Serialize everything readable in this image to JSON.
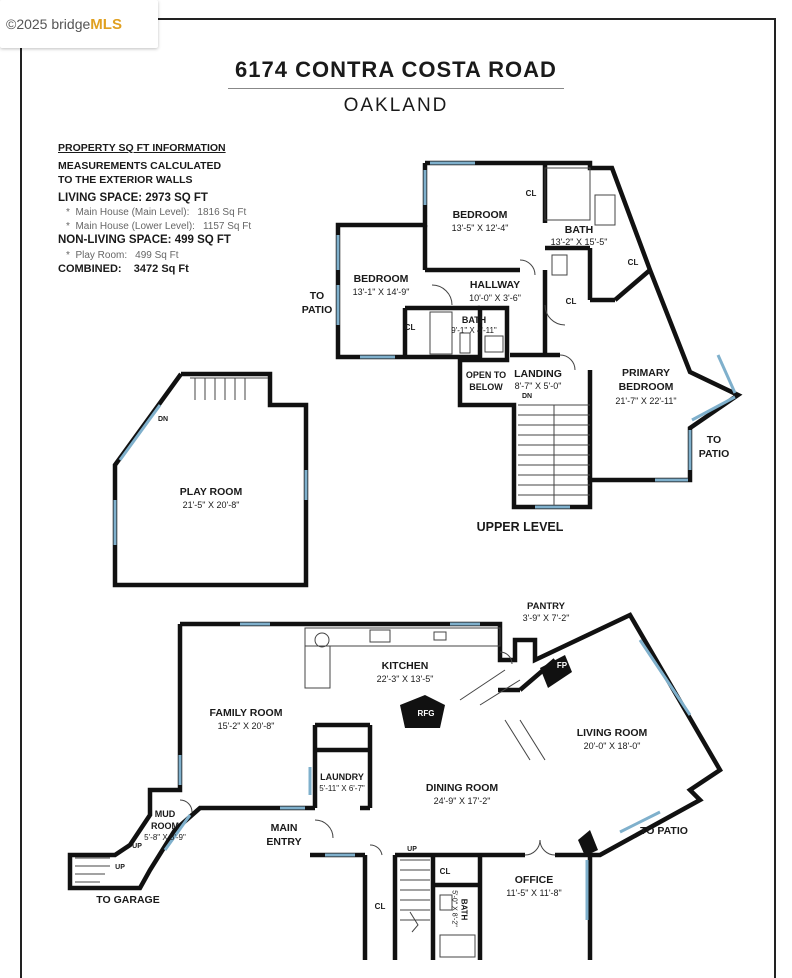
{
  "watermark": {
    "prefix": "©2025 bridge",
    "mls": "MLS"
  },
  "title": "6174 CONTRA COSTA ROAD",
  "subtitle": "OAKLAND",
  "info": {
    "heading": "PROPERTY SQ FT INFORMATION",
    "note_line1": "MEASUREMENTS CALCULATED",
    "note_line2": "TO THE EXTERIOR WALLS",
    "living": "LIVING SPACE: 2973 SQ FT",
    "main_level_label": "Main House (Main Level):",
    "main_level_value": "1816 Sq Ft",
    "lower_level_label": "Main House (Lower Level):",
    "lower_level_value": "1157 Sq Ft",
    "non_living": "NON-LIVING SPACE: 499 SQ FT",
    "play_label": "Play Room:",
    "play_value": "499 Sq Ft",
    "combined_label": "COMBINED:",
    "combined_value": "3472  Sq Ft"
  },
  "rooms": {
    "bedroom1": {
      "name": "BEDROOM",
      "dim": "13'-5\" X 12'-4\""
    },
    "bath1": {
      "name": "BATH",
      "dim": "13'-2\" X 15'-5\""
    },
    "bedroom2": {
      "name": "BEDROOM",
      "dim": "13'-1\" X 14'-9\""
    },
    "hallway": {
      "name": "HALLWAY",
      "dim": "10'-0\" X 3'-6\""
    },
    "bath2": {
      "name": "BATH",
      "dim": "9'-1\" X 4'-11\""
    },
    "landing": {
      "name": "LANDING",
      "dim": "8'-7\" X 5'-0\""
    },
    "primary": {
      "name1": "PRIMARY",
      "name2": "BEDROOM",
      "dim": "21'-7\" X 22'-11\""
    },
    "open_below1": "OPEN TO",
    "open_below2": "BELOW",
    "playroom": {
      "name": "PLAY ROOM",
      "dim": "21'-5\" X 20'-8\""
    },
    "pantry": {
      "name": "PANTRY",
      "dim": "3'-9\" X 7'-2\""
    },
    "kitchen": {
      "name": "KITCHEN",
      "dim": "22'-3\" X 13'-5\""
    },
    "family": {
      "name": "FAMILY ROOM",
      "dim": "15'-2\" X 20'-8\""
    },
    "living": {
      "name": "LIVING ROOM",
      "dim": "20'-0\" X 18'-0\""
    },
    "laundry": {
      "name": "LAUNDRY",
      "dim": "5'-11\" X 6'-7\""
    },
    "dining": {
      "name": "DINING ROOM",
      "dim": "24'-9\" X 17'-2\""
    },
    "mud": {
      "name1": "MUD",
      "name2": "ROOM",
      "dim": "5'-8\" X 8'-9\""
    },
    "office": {
      "name": "OFFICE",
      "dim": "11'-5\" X 11'-8\""
    },
    "bath3": {
      "name": "BATH",
      "dim": "5'-0\" X 8'-2\""
    }
  },
  "labels": {
    "to_patio_left1": "TO",
    "to_patio_left2": "PATIO",
    "to_patio_right1": "TO",
    "to_patio_right2": "PATIO",
    "to_patio_main": "TO PATIO",
    "upper_level": "UPPER LEVEL",
    "main_entry1": "MAIN",
    "main_entry2": "ENTRY",
    "to_garage": "TO GARAGE",
    "cl": "CL",
    "dn": "DN",
    "up": "UP",
    "fp": "FP",
    "rfg": "RFG"
  }
}
